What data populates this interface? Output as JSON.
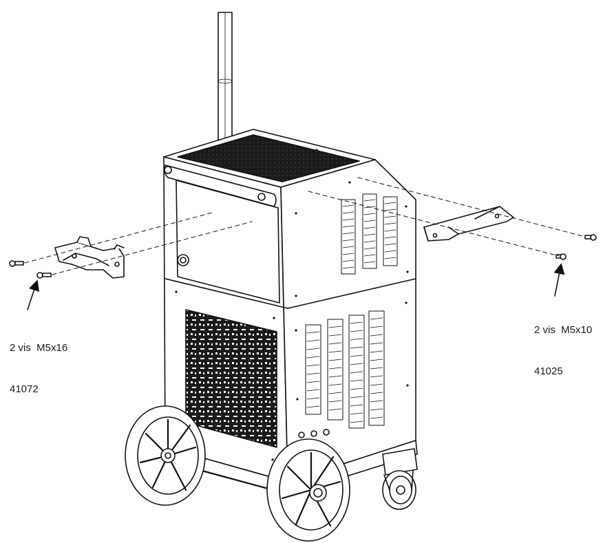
{
  "callouts": {
    "left": {
      "label": "2 vis  M5x16",
      "ref": "41072"
    },
    "right": {
      "label": "2 vis  M5x10",
      "ref": "41025"
    }
  },
  "colors": {
    "line": "#111111",
    "fill": "#ffffff",
    "dark": "#1b1b1b"
  }
}
